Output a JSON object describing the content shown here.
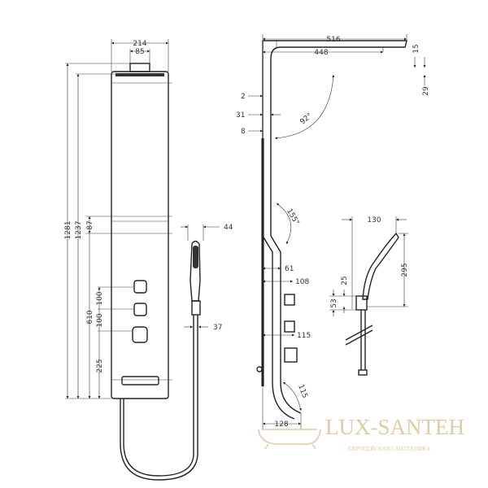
{
  "front_view": {
    "dims": {
      "width_total": "214",
      "width_nozzle": "85",
      "height_total": "1281",
      "height_head": "1237",
      "shelf": "87",
      "controls": "610",
      "spacing_1": "100",
      "spacing_2": "100",
      "bottom": "225"
    },
    "hand_shower": {
      "head_width": "44",
      "holder_width": "37"
    }
  },
  "side_view": {
    "dims": {
      "arm_total": "516",
      "arm_head": "448",
      "arm_thickness": "15",
      "head_drop": "29",
      "wall_gap": "2",
      "column_depth": "31",
      "offset": "8",
      "arm_angle": "92°",
      "bend_angle": "155°",
      "depth_upper": "61",
      "depth_controls": "108",
      "depth_thermostat": "115",
      "spout": "115",
      "bottom_depth": "128"
    }
  },
  "hand_shower_side": {
    "dims": {
      "reach": "130",
      "height": "295",
      "holder": "25",
      "holder_total": "53"
    }
  },
  "watermark": {
    "brand": "LUX-SANTEH",
    "tagline": "ЕВРОПЕЙСКАЯ САНТЕХНИКА",
    "color": "#dcc69e"
  }
}
